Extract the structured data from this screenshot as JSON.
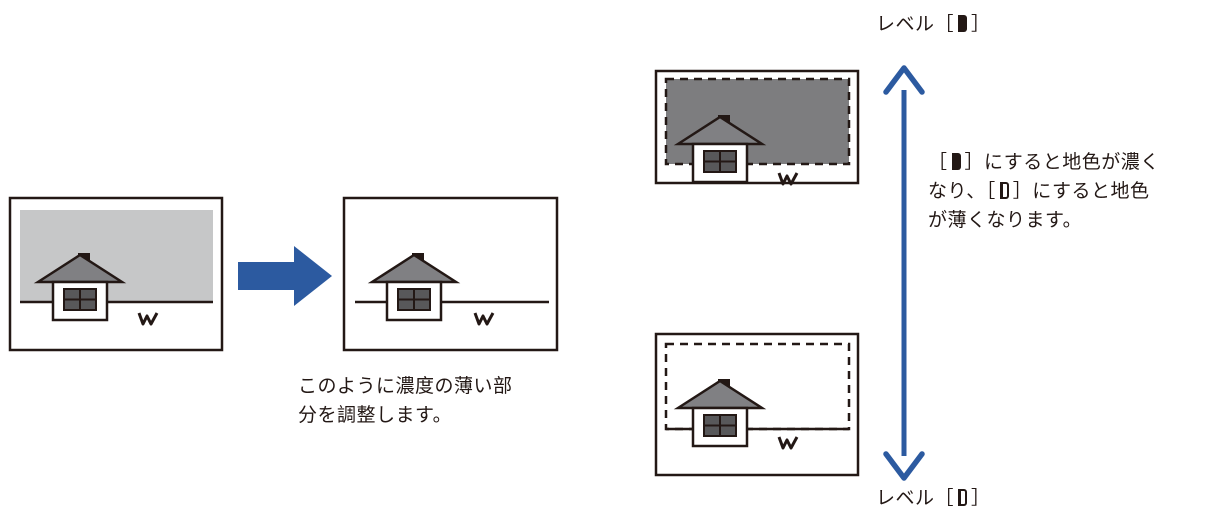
{
  "caption": {
    "line1": "このように濃度の薄い部",
    "line2": "分を調整します。"
  },
  "level_top": {
    "prefix": "レベル［",
    "suffix": "］"
  },
  "level_bottom": {
    "prefix": "レベル［",
    "suffix": "］"
  },
  "description": {
    "line1_prefix": "［",
    "line1_suffix": "］にすると地色が濃く",
    "line2_prefix": "なり、［",
    "line2_suffix": "］にすると地色",
    "line3": "が薄くなります。"
  },
  "colors": {
    "dark_background": "#7d7d7f",
    "light_background": "#c6c7c8",
    "arrow_blue": "#2c5aa0",
    "house_roof": "#808083",
    "house_window": "#58585a"
  }
}
